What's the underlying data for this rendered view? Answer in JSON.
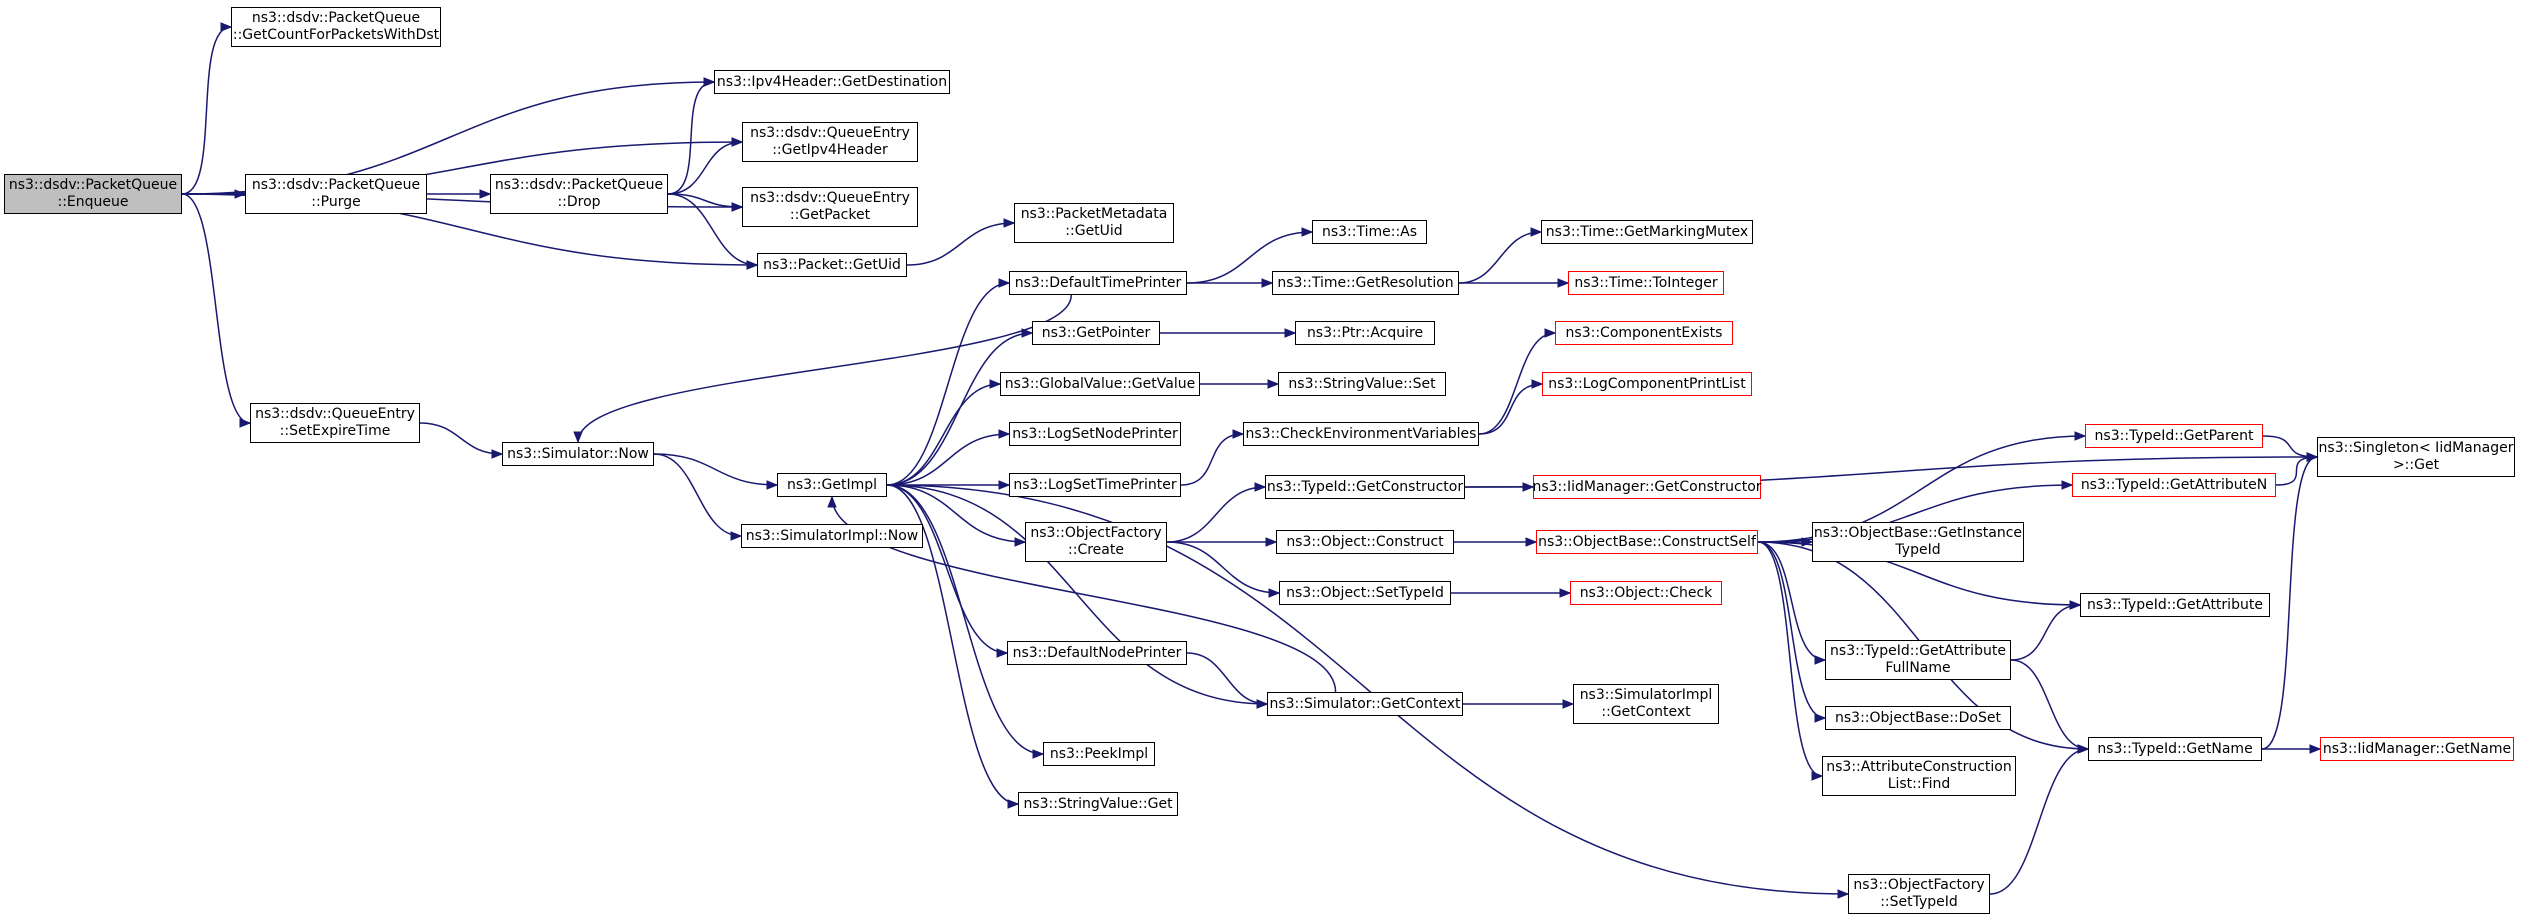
{
  "colors": {
    "edge": "#191970",
    "root_fill": "#bfbfbf",
    "truncated_border": "#ff0000",
    "node_border": "#000000"
  },
  "nodes": [
    {
      "id": "enqueue",
      "lines": [
        "ns3::dsdv::PacketQueue",
        "::Enqueue"
      ],
      "root": true
    },
    {
      "id": "getcountforpackets",
      "lines": [
        "ns3::dsdv::PacketQueue",
        "::GetCountForPacketsWithDst"
      ]
    },
    {
      "id": "ipv4getdest",
      "lines": [
        "ns3::Ipv4Header::GetDestination"
      ]
    },
    {
      "id": "qe_getipv4header",
      "lines": [
        "ns3::dsdv::QueueEntry",
        "::GetIpv4Header"
      ]
    },
    {
      "id": "purge",
      "lines": [
        "ns3::dsdv::PacketQueue",
        "::Purge"
      ]
    },
    {
      "id": "drop",
      "lines": [
        "ns3::dsdv::PacketQueue",
        "::Drop"
      ]
    },
    {
      "id": "qe_getpacket",
      "lines": [
        "ns3::dsdv::QueueEntry",
        "::GetPacket"
      ]
    },
    {
      "id": "packetmeta_getuid",
      "lines": [
        "ns3::PacketMetadata",
        "::GetUid"
      ]
    },
    {
      "id": "packet_getuid",
      "lines": [
        "ns3::Packet::GetUid"
      ]
    },
    {
      "id": "time_as",
      "lines": [
        "ns3::Time::As"
      ]
    },
    {
      "id": "time_getmarkingmutex",
      "lines": [
        "ns3::Time::GetMarkingMutex"
      ]
    },
    {
      "id": "defaulttimeprinter",
      "lines": [
        "ns3::DefaultTimePrinter"
      ]
    },
    {
      "id": "time_getresolution",
      "lines": [
        "ns3::Time::GetResolution"
      ]
    },
    {
      "id": "time_tointeger",
      "lines": [
        "ns3::Time::ToInteger"
      ],
      "truncated": true
    },
    {
      "id": "getpointer",
      "lines": [
        "ns3::GetPointer"
      ]
    },
    {
      "id": "ptr_acquire",
      "lines": [
        "ns3::Ptr::Acquire"
      ]
    },
    {
      "id": "componentexists",
      "lines": [
        "ns3::ComponentExists"
      ],
      "truncated": true
    },
    {
      "id": "globalvalue_getvalue",
      "lines": [
        "ns3::GlobalValue::GetValue"
      ]
    },
    {
      "id": "stringvalue_set",
      "lines": [
        "ns3::StringValue::Set"
      ]
    },
    {
      "id": "logcomponentprintlist",
      "lines": [
        "ns3::LogComponentPrintList"
      ],
      "truncated": true
    },
    {
      "id": "qe_setexpiretime",
      "lines": [
        "ns3::dsdv::QueueEntry",
        "::SetExpireTime"
      ]
    },
    {
      "id": "logsetnodeprinter",
      "lines": [
        "ns3::LogSetNodePrinter"
      ]
    },
    {
      "id": "checkenvvars",
      "lines": [
        "ns3::CheckEnvironmentVariables"
      ]
    },
    {
      "id": "typeid_getparent",
      "lines": [
        "ns3::TypeId::GetParent"
      ],
      "truncated": true
    },
    {
      "id": "singleton_get",
      "lines": [
        "ns3::Singleton< IidManager",
        ">::Get"
      ]
    },
    {
      "id": "simulator_now",
      "lines": [
        "ns3::Simulator::Now"
      ]
    },
    {
      "id": "getimpl",
      "lines": [
        "ns3::GetImpl"
      ]
    },
    {
      "id": "logsettimeprinter",
      "lines": [
        "ns3::LogSetTimePrinter"
      ]
    },
    {
      "id": "typeid_getconstructor",
      "lines": [
        "ns3::TypeId::GetConstructor"
      ]
    },
    {
      "id": "iidmanager_getconstructor",
      "lines": [
        "ns3::IidManager::GetConstructor"
      ],
      "truncated": true
    },
    {
      "id": "typeid_getattributen",
      "lines": [
        "ns3::TypeId::GetAttributeN"
      ],
      "truncated": true
    },
    {
      "id": "simulatorimpl_now",
      "lines": [
        "ns3::SimulatorImpl::Now"
      ]
    },
    {
      "id": "objectfactory_create",
      "lines": [
        "ns3::ObjectFactory",
        "::Create"
      ]
    },
    {
      "id": "object_construct",
      "lines": [
        "ns3::Object::Construct"
      ]
    },
    {
      "id": "objectbase_constructself",
      "lines": [
        "ns3::ObjectBase::ConstructSelf"
      ],
      "truncated": true
    },
    {
      "id": "objectbase_getinstancetypeid",
      "lines": [
        "ns3::ObjectBase::GetInstance",
        "TypeId"
      ]
    },
    {
      "id": "object_settypeid",
      "lines": [
        "ns3::Object::SetTypeId"
      ]
    },
    {
      "id": "object_check",
      "lines": [
        "ns3::Object::Check"
      ],
      "truncated": true
    },
    {
      "id": "typeid_getattribute",
      "lines": [
        "ns3::TypeId::GetAttribute"
      ]
    },
    {
      "id": "typeid_getattributefullname",
      "lines": [
        "ns3::TypeId::GetAttribute",
        "FullName"
      ]
    },
    {
      "id": "defaultnodeprinter",
      "lines": [
        "ns3::DefaultNodePrinter"
      ]
    },
    {
      "id": "simulator_getcontext",
      "lines": [
        "ns3::Simulator::GetContext"
      ]
    },
    {
      "id": "simulatorimpl_getcontext",
      "lines": [
        "ns3::SimulatorImpl",
        "::GetContext"
      ]
    },
    {
      "id": "objectbase_doset",
      "lines": [
        "ns3::ObjectBase::DoSet"
      ]
    },
    {
      "id": "typeid_getname",
      "lines": [
        "ns3::TypeId::GetName"
      ]
    },
    {
      "id": "iidmanager_getname",
      "lines": [
        "ns3::IidManager::GetName"
      ],
      "truncated": true
    },
    {
      "id": "peekimpl",
      "lines": [
        "ns3::PeekImpl"
      ]
    },
    {
      "id": "attrconstructionlist_find",
      "lines": [
        "ns3::AttributeConstruction",
        "List::Find"
      ]
    },
    {
      "id": "stringvalue_get",
      "lines": [
        "ns3::StringValue::Get"
      ]
    },
    {
      "id": "objectfactory_settypeid",
      "lines": [
        "ns3::ObjectFactory",
        "::SetTypeId"
      ]
    }
  ],
  "edges": [
    [
      "enqueue",
      "getcountforpackets"
    ],
    [
      "enqueue",
      "ipv4getdest"
    ],
    [
      "enqueue",
      "qe_getipv4header"
    ],
    [
      "enqueue",
      "purge"
    ],
    [
      "enqueue",
      "qe_getpacket"
    ],
    [
      "enqueue",
      "packet_getuid"
    ],
    [
      "enqueue",
      "qe_setexpiretime"
    ],
    [
      "purge",
      "drop"
    ],
    [
      "drop",
      "ipv4getdest"
    ],
    [
      "drop",
      "qe_getipv4header"
    ],
    [
      "drop",
      "qe_getpacket"
    ],
    [
      "drop",
      "packet_getuid"
    ],
    [
      "packet_getuid",
      "packetmeta_getuid"
    ],
    [
      "qe_setexpiretime",
      "simulator_now"
    ],
    [
      "simulator_now",
      "getimpl"
    ],
    [
      "simulator_now",
      "simulatorimpl_now"
    ],
    [
      "getimpl",
      "defaulttimeprinter"
    ],
    [
      "getimpl",
      "getpointer"
    ],
    [
      "getimpl",
      "globalvalue_getvalue"
    ],
    [
      "getimpl",
      "logsetnodeprinter"
    ],
    [
      "getimpl",
      "logsettimeprinter"
    ],
    [
      "getimpl",
      "objectfactory_create"
    ],
    [
      "getimpl",
      "defaultnodeprinter"
    ],
    [
      "getimpl",
      "simulator_getcontext"
    ],
    [
      "getimpl",
      "peekimpl"
    ],
    [
      "getimpl",
      "stringvalue_get"
    ],
    [
      "getimpl",
      "objectfactory_settypeid"
    ],
    [
      "defaulttimeprinter",
      "simulator_now"
    ],
    [
      "defaulttimeprinter",
      "time_as"
    ],
    [
      "defaulttimeprinter",
      "time_getresolution"
    ],
    [
      "time_getresolution",
      "time_getmarkingmutex"
    ],
    [
      "time_getresolution",
      "time_tointeger"
    ],
    [
      "getpointer",
      "ptr_acquire"
    ],
    [
      "globalvalue_getvalue",
      "stringvalue_set"
    ],
    [
      "logsettimeprinter",
      "checkenvvars"
    ],
    [
      "checkenvvars",
      "componentexists"
    ],
    [
      "checkenvvars",
      "logcomponentprintlist"
    ],
    [
      "objectfactory_create",
      "typeid_getconstructor"
    ],
    [
      "objectfactory_create",
      "object_construct"
    ],
    [
      "objectfactory_create",
      "object_settypeid"
    ],
    [
      "typeid_getconstructor",
      "iidmanager_getconstructor"
    ],
    [
      "typeid_getconstructor",
      "singleton_get"
    ],
    [
      "object_construct",
      "objectbase_constructself"
    ],
    [
      "object_settypeid",
      "object_check"
    ],
    [
      "objectbase_constructself",
      "typeid_getparent"
    ],
    [
      "objectbase_constructself",
      "typeid_getattributen"
    ],
    [
      "objectbase_constructself",
      "objectbase_getinstancetypeid"
    ],
    [
      "objectbase_constructself",
      "typeid_getattribute"
    ],
    [
      "objectbase_constructself",
      "typeid_getattributefullname"
    ],
    [
      "objectbase_constructself",
      "objectbase_doset"
    ],
    [
      "objectbase_constructself",
      "attrconstructionlist_find"
    ],
    [
      "objectbase_constructself",
      "typeid_getname"
    ],
    [
      "typeid_getparent",
      "singleton_get"
    ],
    [
      "typeid_getattributen",
      "singleton_get"
    ],
    [
      "typeid_getattributefullname",
      "typeid_getattribute"
    ],
    [
      "typeid_getattributefullname",
      "typeid_getname"
    ],
    [
      "typeid_getname",
      "singleton_get"
    ],
    [
      "typeid_getname",
      "iidmanager_getname"
    ],
    [
      "defaultnodeprinter",
      "simulator_getcontext"
    ],
    [
      "simulator_getcontext",
      "getimpl"
    ],
    [
      "simulator_getcontext",
      "simulatorimpl_getcontext"
    ],
    [
      "objectfactory_settypeid",
      "typeid_getname"
    ]
  ]
}
